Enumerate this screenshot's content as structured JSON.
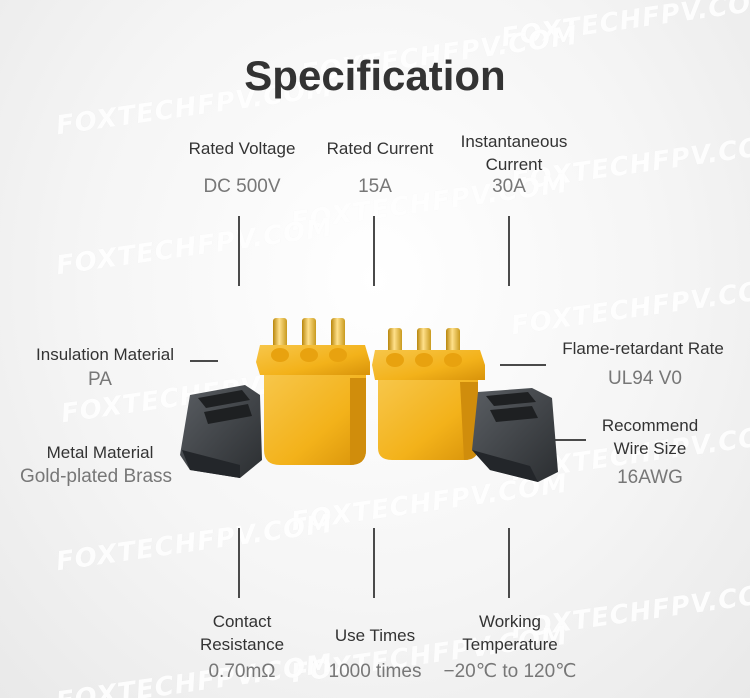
{
  "title": "Specification",
  "watermark": "FOXTECHFPV.COM",
  "colors": {
    "connector_yellow": "#f3b21a",
    "cap_gray": "#3c3f43",
    "text_dark": "#333333",
    "text_value": "#777777"
  },
  "specs": {
    "rated_voltage": {
      "label": "Rated Voltage",
      "value": "DC 500V"
    },
    "rated_current": {
      "label": "Rated Current",
      "value": "15A"
    },
    "instantaneous_current": {
      "label_lines": [
        "Instantaneous",
        "Current"
      ],
      "value": "30A"
    },
    "insulation_material": {
      "label": "Insulation Material",
      "value": "PA"
    },
    "flame_retardant_rate": {
      "label": "Flame-retardant Rate",
      "value": "UL94 V0"
    },
    "metal_material": {
      "label": "Metal Material",
      "value": "Gold-plated Brass"
    },
    "recommend_wire_size": {
      "label_lines": [
        "Recommend",
        "Wire Size"
      ],
      "value": "16AWG"
    },
    "contact_resistance": {
      "label_lines": [
        "Contact",
        "Resistance"
      ],
      "value": "0.70mΩ"
    },
    "use_times": {
      "label": "Use Times",
      "value": "1000 times"
    },
    "working_temperature": {
      "label_lines": [
        "Working",
        "Temperature"
      ],
      "value": "−20℃ to 120℃"
    }
  }
}
